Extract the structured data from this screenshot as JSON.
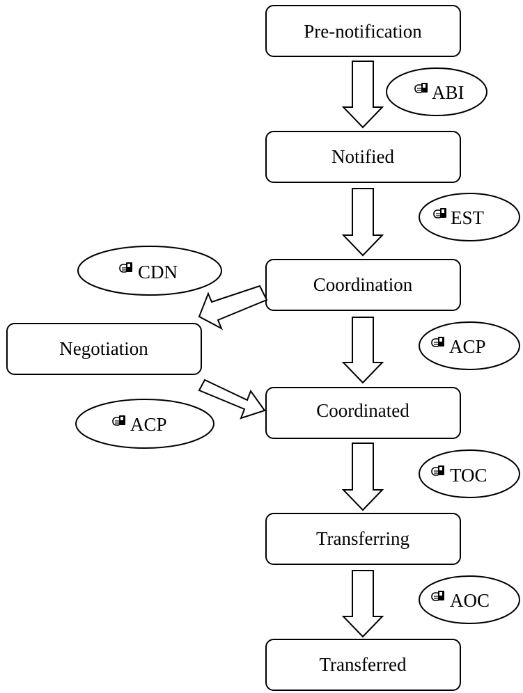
{
  "states": {
    "pre_notification": "Pre-notification",
    "notified": "Notified",
    "coordination": "Coordination",
    "negotiation": "Negotiation",
    "coordinated": "Coordinated",
    "transferring": "Transferring",
    "transferred": "Transferred"
  },
  "messages": {
    "abi": "ABI",
    "est": "EST",
    "cdn": "CDN",
    "acp_main": "ACP",
    "acp_negotiation": "ACP",
    "toc": "TOC",
    "aoc": "AOC"
  },
  "icons": {
    "message": "mailbox-icon"
  }
}
